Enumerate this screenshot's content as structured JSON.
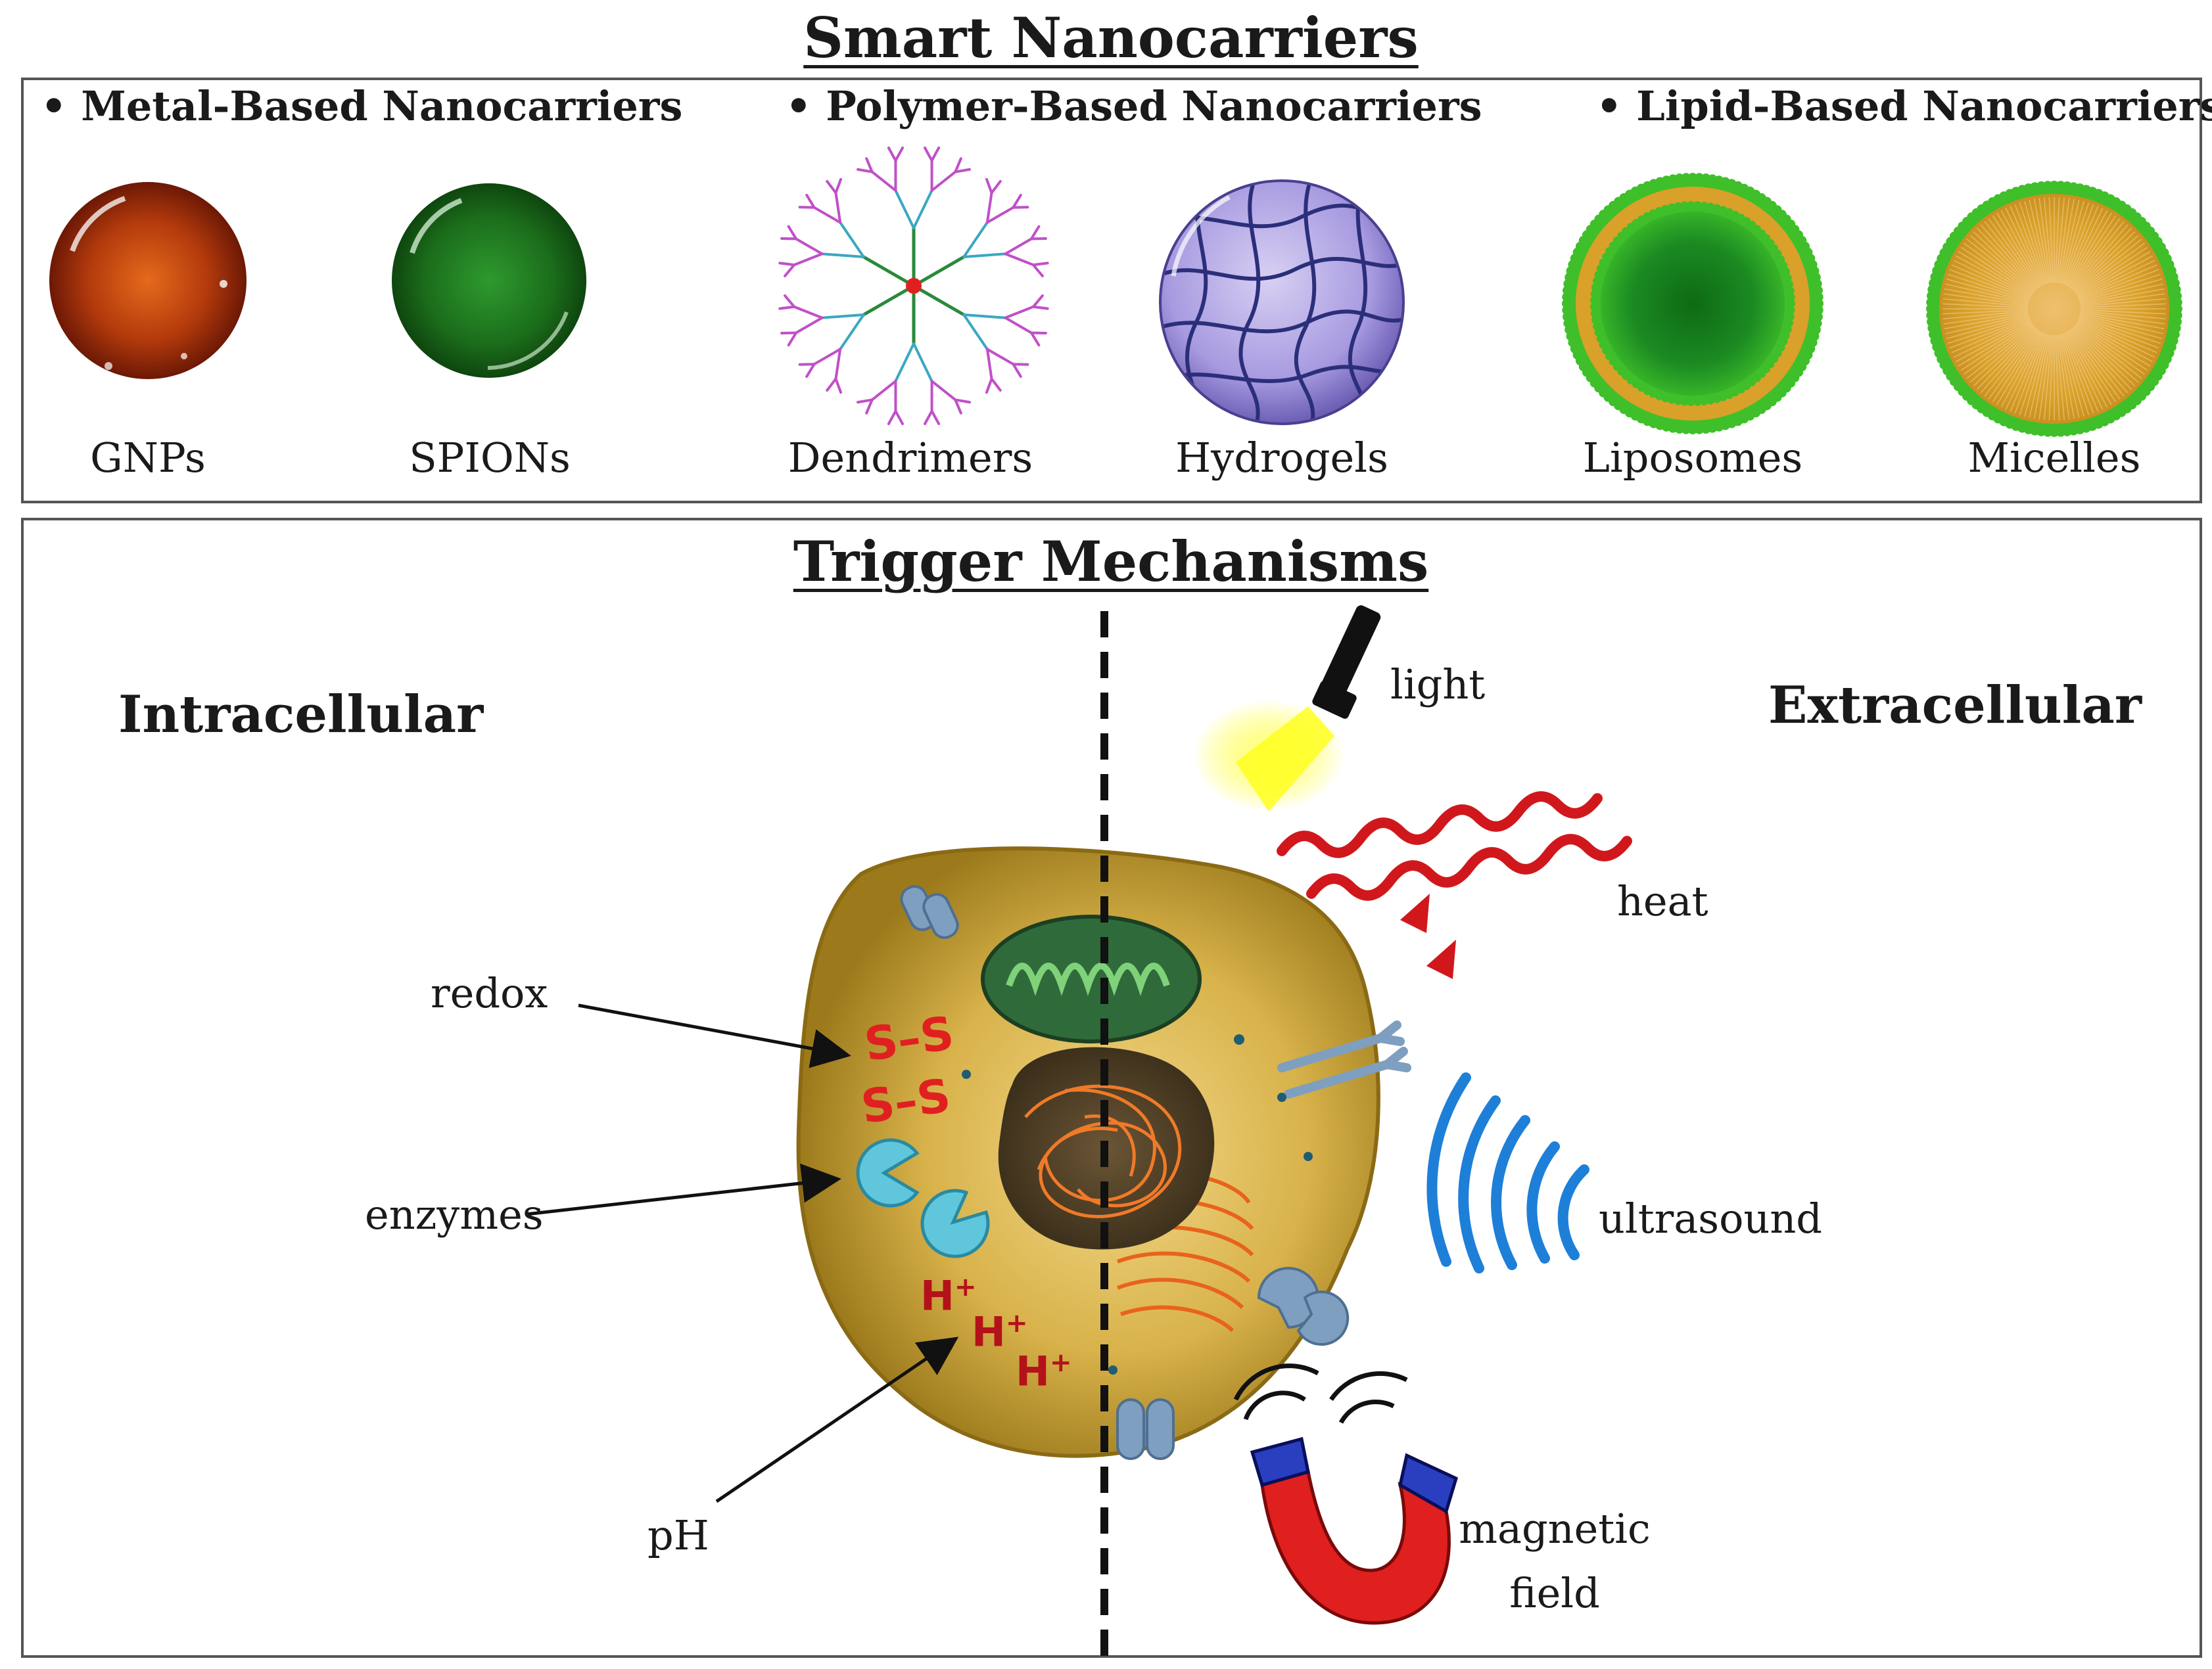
{
  "top": {
    "title": "Smart Nanocarriers",
    "categories": [
      "• Metal-Based Nanocarriers",
      "• Polymer-Based Nanocarriers",
      "• Lipid-Based Nanocarriers"
    ],
    "items": [
      "GNPs",
      "SPIONs",
      "Dendrimers",
      "Hydrogels",
      "Liposomes",
      "Micelles"
    ]
  },
  "bottom": {
    "title": "Trigger Mechanisms",
    "intracellular": "Intracellular",
    "extracellular": "Extracellular",
    "intra_triggers": [
      "redox",
      "enzymes",
      "pH"
    ],
    "extra_triggers": [
      "light",
      "heat",
      "ultrasound"
    ],
    "magnetic_line1": "magnetic",
    "magnetic_line2": "field",
    "cell_glyphs": {
      "disulfide": "S–S",
      "proton": "H+"
    }
  },
  "colors": {
    "gold": "#a0220a",
    "spion": "#1e7a1e",
    "hydrogel": "#9b8fd6",
    "liposome_shell": "#3fbf2a",
    "lipid_core": "#d9a02a",
    "cell": "#c9a036",
    "nucleus": "#5a4a30",
    "magnet_red": "#e01f1f",
    "magnet_blue": "#2a3fbf"
  }
}
